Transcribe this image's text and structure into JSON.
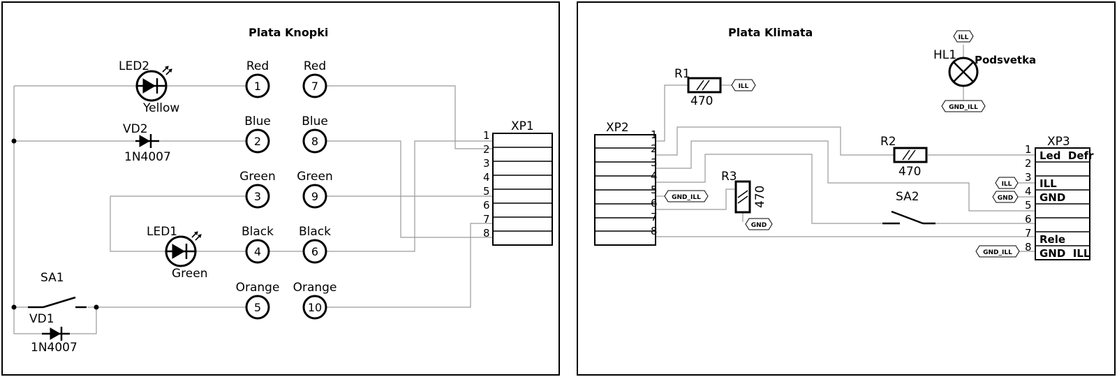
{
  "left": {
    "title": "Plata Knopki",
    "buttons": [
      {
        "num": "1",
        "color": "Red"
      },
      {
        "num": "7",
        "color": "Red"
      },
      {
        "num": "2",
        "color": "Blue"
      },
      {
        "num": "8",
        "color": "Blue"
      },
      {
        "num": "3",
        "color": "Green"
      },
      {
        "num": "9",
        "color": "Green"
      },
      {
        "num": "4",
        "color": "Black"
      },
      {
        "num": "6",
        "color": "Black"
      },
      {
        "num": "5",
        "color": "Orange"
      },
      {
        "num": "10",
        "color": "Orange"
      }
    ],
    "led2": {
      "ref": "LED2",
      "value": "Yellow"
    },
    "vd2": {
      "ref": "VD2",
      "value": "1N4007"
    },
    "led1": {
      "ref": "LED1",
      "value": "Green"
    },
    "sa1": {
      "ref": "SA1"
    },
    "vd1": {
      "ref": "VD1",
      "value": "1N4007"
    },
    "xp1": {
      "ref": "XP1",
      "pins": [
        "1",
        "2",
        "3",
        "4",
        "5",
        "6",
        "7",
        "8"
      ]
    }
  },
  "right": {
    "title": "Plata Klimata",
    "xp2": {
      "ref": "XP2",
      "pins": [
        "1",
        "2",
        "3",
        "4",
        "5",
        "6",
        "7",
        "8"
      ]
    },
    "xp3": {
      "ref": "XP3",
      "pins": [
        "1",
        "2",
        "3",
        "4",
        "5",
        "6",
        "7",
        "8"
      ],
      "labels": [
        "Led  Defr",
        "",
        "ILL",
        "GND",
        "",
        "",
        "Rele",
        "GND  ILL"
      ]
    },
    "r1": {
      "ref": "R1",
      "value": "470"
    },
    "r2": {
      "ref": "R2",
      "value": "470"
    },
    "r3": {
      "ref": "R3",
      "value": "470"
    },
    "hl1": {
      "ref": "HL1",
      "value": "Podsvetka"
    },
    "sa2": {
      "ref": "SA2"
    },
    "tags": {
      "ill_r1": "ILL",
      "ill_hl1": "ILL",
      "gnd_ill_hl1": "GND_ILL",
      "gnd_ill_xp2": "GND_ILL",
      "gnd_r3": "GND",
      "ill_xp3": "ILL",
      "gnd_xp3": "GND",
      "gnd_ill_xp3": "GND_ILL"
    }
  }
}
